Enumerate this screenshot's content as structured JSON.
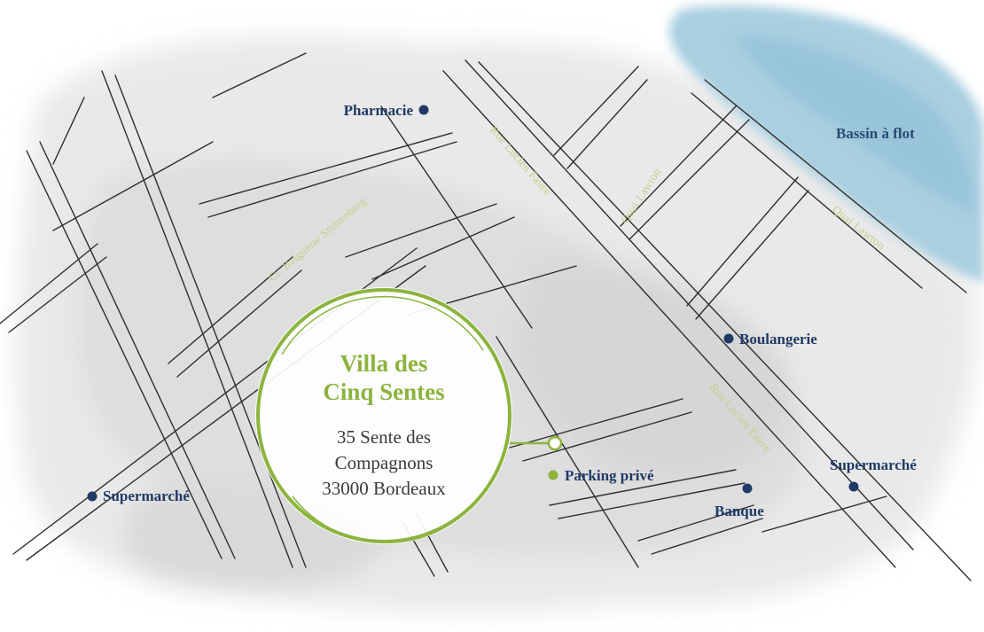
{
  "water": {
    "label": "Bassin à flot",
    "color": "#a9cfe0"
  },
  "streets": {
    "rue_lucien_faure_1": "Rue Lucien Faure",
    "rue_lucien_faure_2": "Rue Lucien Faure",
    "quai_lawton_1": "Quai Lawton",
    "quai_lawton_2": "Quai Lawton",
    "cr_balguerie": "Cr. Balguerie Stuttenberg"
  },
  "pois": {
    "pharmacie": "Pharmacie",
    "boulangerie": "Boulangerie",
    "supermarche_east": "Supermarché",
    "supermarche_west": "Supermarché",
    "banque": "Banque",
    "parking": "Parking privé"
  },
  "villa": {
    "name_line1": "Villa des",
    "name_line2": "Cinq Sentes",
    "address_line1": "35 Sente des",
    "address_line2": "Compagnons",
    "address_line3": "33000 Bordeaux"
  },
  "colors": {
    "poi_marker": "#1f3a66",
    "accent_green": "#8cb43e",
    "street_label": "#c3d088",
    "road": "#2e2e2e"
  },
  "icons": {
    "poi_marker": "filled-circle",
    "parking_marker": "filled-circle-green",
    "villa_pin": "ring-connector"
  }
}
